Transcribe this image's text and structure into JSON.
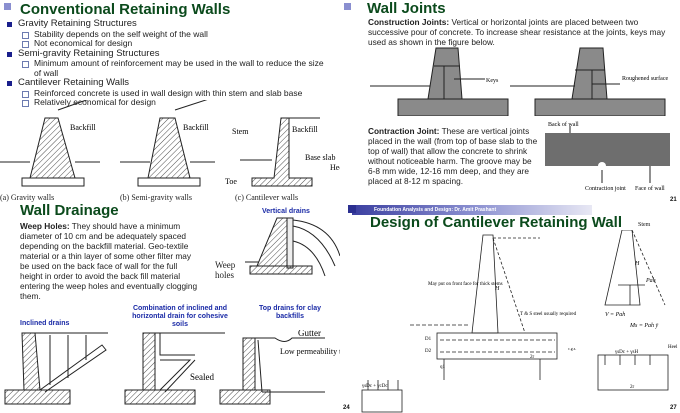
{
  "slide_conventional": {
    "title": "Conventional Retaining Walls",
    "items": [
      {
        "label": "Gravity Retaining Structures",
        "sub": [
          "Stability depends on the self weight of the wall",
          "Not economical for design"
        ]
      },
      {
        "label": "Semi-gravity Retaining Structures",
        "sub": [
          "Minimum amount of reinforcement may be used in the wall to reduce the size of wall"
        ]
      },
      {
        "label": "Cantilever Retaining Walls",
        "sub": [
          "Reinforced concrete is used in wall design with thin stem and slab base",
          "Relatively economical for design"
        ]
      }
    ],
    "figure_labels": {
      "backfill": "Backfill",
      "stem": "Stem",
      "base_slab": "Base slab",
      "heel": "Heel",
      "toe": "Toe"
    },
    "captions": [
      "(a) Gravity walls",
      "(b) Semi-gravity walls",
      "(c) Cantilever walls"
    ]
  },
  "slide_drainage": {
    "title": "Wall Drainage",
    "weep_lead": "Weep Holes:",
    "weep_text": "They should have a minimum diameter of 10 cm and be adequately spaced depending on the backfill material. Geo-textile material or a thin layer of some other filter may be used on the back face of wall for the full height in order to avoid the back fill material entering the weep holes and eventually clogging them.",
    "vertical_drains": "Vertical drains",
    "weep_holes": "Weep holes",
    "inclined_drains": "Inclined drains",
    "combination": "Combination of inclined and horizontal drain for cohesive soils",
    "sealed": "Sealed",
    "top_drains": "Top drains for clay backfills",
    "gutter": "Gutter",
    "low_perm": "Low permeability top layer"
  },
  "slide_joints": {
    "title": "Wall Joints",
    "construction_lead": "Construction Joints:",
    "construction_text": "Vertical or horizontal joints are placed between two successive pour of concrete. To increase shear resistance at the joints, keys may used as shown in the figure below.",
    "keys": "Keys",
    "roughened": "Roughened surface",
    "contraction_lead": "Contraction Joint:",
    "contraction_text": "These are vertical joints placed in the wall (from top of base slab to the top of wall) that allow the concrete to shrink without noticeable harm. The groove may be 6-8 mm wide, 12-16 mm deep, and they are placed at 8-12 m spacing.",
    "back_of_wall": "Back of wall",
    "contraction_joint": "Contraction joint",
    "face_of_wall": "Face of wall",
    "page": "21"
  },
  "slide_design": {
    "header": "Foundation Analysis and Design: Dr. Amit Prashant",
    "title": "Design of Cantilever Retaining Wall",
    "note_front": "May put on front face for thick stems",
    "note_tv": "T & S steel usually required",
    "stem": "Stem",
    "heel": "Heel",
    "labels": {
      "H": "H",
      "Pah": "Pah",
      "V": "V = Pah",
      "Ms": "Ms = Pah ȳ",
      "D1": "D1",
      "D2": "D2",
      "q1": "q1",
      "d": "d",
      "y1d1": "γsDc + γcDc",
      "y2h": "γsDc + γsH",
      "cgs": "c.g.s.",
      "two_r": "2r"
    },
    "page_left": "24",
    "page_right": "27"
  }
}
